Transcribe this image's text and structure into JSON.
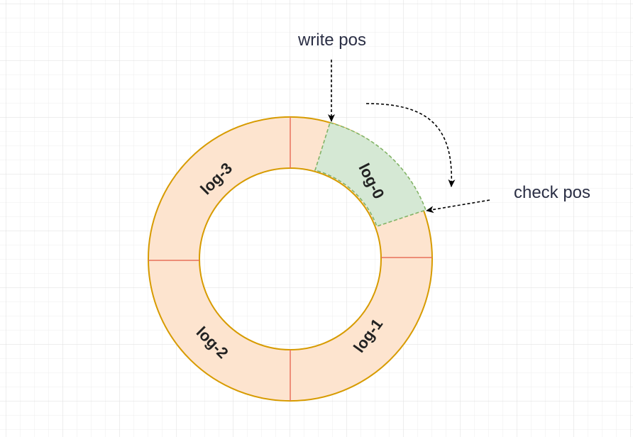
{
  "segments": {
    "log0": "log-0",
    "log1": "log-1",
    "log2": "log-2",
    "log3": "log-3"
  },
  "annotations": {
    "write_pos": "write pos",
    "check_pos": "check pos"
  },
  "colors": {
    "ring_fill": "#fde4cf",
    "ring_stroke": "#d79b00",
    "divider": "#e8705a",
    "active_fill": "#d5e8d4",
    "active_stroke": "#82b366",
    "grid": "#e6e6e6",
    "arrow": "#000000",
    "text": "#2b2f45"
  }
}
